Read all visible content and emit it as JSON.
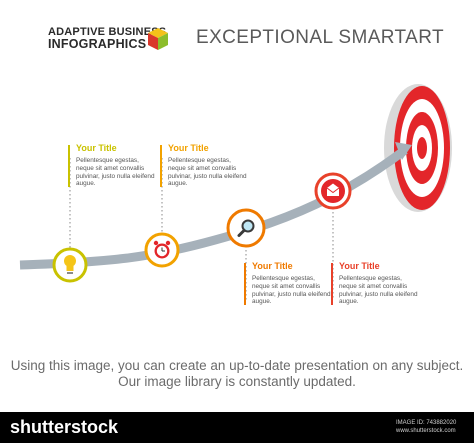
{
  "brand": {
    "line1": "ADAPTIVE BUSINESS",
    "line2": "INFOGRAPHICS"
  },
  "headline": "EXCEPTIONAL SMARTART",
  "cards": [
    {
      "title": "Your Title",
      "text": "Pellentesque egestas, neque sit amet convallis pulvinar, justo nulla eleifend augue.",
      "accent": "#c9c200"
    },
    {
      "title": "Your Title",
      "text": "Pellentesque egestas, neque sit amet convallis pulvinar, justo nulla eleifend augue.",
      "accent": "#f2a200"
    },
    {
      "title": "Your Title",
      "text": "Pellentesque egestas, neque sit amet convallis pulvinar, justo nulla eleifend augue.",
      "accent": "#ef7a00"
    },
    {
      "title": "Your Title",
      "text": "Pellentesque egestas, neque sit amet convallis pulvinar, justo nulla eleifend augue.",
      "accent": "#e8412a"
    }
  ],
  "steps": [
    {
      "icon": "lightbulb-icon",
      "color": "#c9c200"
    },
    {
      "icon": "alarm-clock-icon",
      "color": "#f2a200"
    },
    {
      "icon": "magnifier-icon",
      "color": "#ef7a00"
    },
    {
      "icon": "envelope-icon",
      "color": "#e8412a"
    }
  ],
  "target_icon": "target-icon",
  "caption": "Using this image, you can create an up-to-date presentation on any subject. Our image library is constantly updated.",
  "footer": {
    "brand": "shutterstock",
    "image_id": "IMAGE ID: 743882020",
    "site": "www.shutterstock.com"
  }
}
